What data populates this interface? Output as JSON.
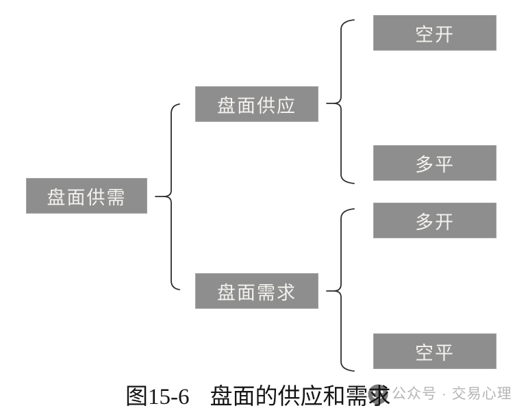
{
  "diagram": {
    "root": {
      "label": "盘面供需"
    },
    "branches": [
      {
        "label": "盘面供应",
        "children": [
          {
            "label": "空开"
          },
          {
            "label": "多平"
          }
        ]
      },
      {
        "label": "盘面需求",
        "children": [
          {
            "label": "多开"
          },
          {
            "label": "空平"
          }
        ]
      }
    ],
    "caption": {
      "figure_number": "图15-6",
      "title": "盘面的供应和需求"
    },
    "watermark": {
      "icon": "smiley-face-icon",
      "text": "公众号 · 交易心理"
    },
    "colors": {
      "node_fill": "#8e8e8e",
      "node_text": "#f4f2ee",
      "line": "#2d2d2d",
      "caption_text": "#161616",
      "watermark_text": "#b5b5b5",
      "watermark_icon": "#7a7a7a"
    }
  }
}
